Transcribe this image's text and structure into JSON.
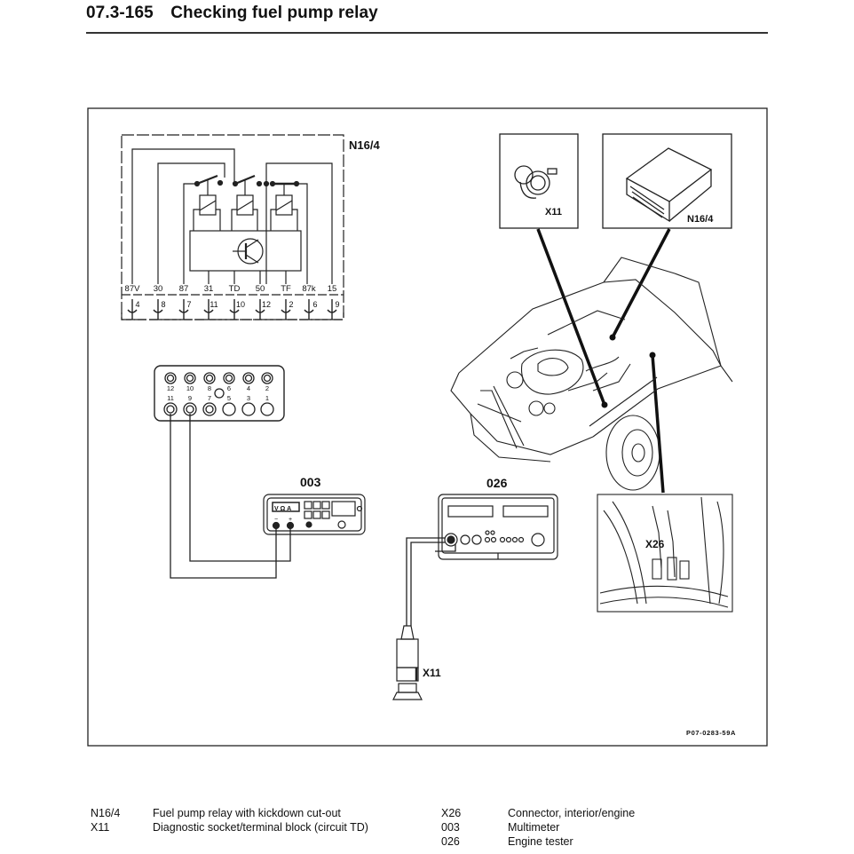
{
  "header": {
    "section_number": "07.3-165",
    "title": "Checking fuel pump relay"
  },
  "figure": {
    "relay_label": "N16/4",
    "relay_terminals": [
      {
        "name": "87V",
        "pin": "4"
      },
      {
        "name": "30",
        "pin": "8"
      },
      {
        "name": "87",
        "pin": "7"
      },
      {
        "name": "31",
        "pin": "11"
      },
      {
        "name": "TD",
        "pin": "10"
      },
      {
        "name": "50",
        "pin": "12"
      },
      {
        "name": "TF",
        "pin": "2"
      },
      {
        "name": "87k",
        "pin": "6"
      },
      {
        "name": "15",
        "pin": "9"
      }
    ],
    "terminal_block": {
      "top_row": [
        "12",
        "10",
        "8",
        "6",
        "4",
        "2"
      ],
      "bottom_row": [
        "11",
        "9",
        "7",
        "5",
        "3",
        "1"
      ]
    },
    "multimeter_label": "003",
    "multimeter_display": "V Ω A",
    "multimeter_minus": "−",
    "multimeter_plus": "+",
    "engine_tester_label": "026",
    "inset_x11_label": "X11",
    "inset_n164_label": "N16/4",
    "inset_x26_label": "X26",
    "plug_label": "X11",
    "figure_code": "P07-0283-59A"
  },
  "legend": {
    "left": [
      {
        "code": "N16/4",
        "description": "Fuel pump relay with kickdown cut-out"
      },
      {
        "code": "X11",
        "description": "Diagnostic socket/terminal block (circuit TD)"
      }
    ],
    "right": [
      {
        "code": "X26",
        "description": "Connector, interior/engine"
      },
      {
        "code": "003",
        "description": "Multimeter"
      },
      {
        "code": "026",
        "description": "Engine tester"
      }
    ]
  }
}
